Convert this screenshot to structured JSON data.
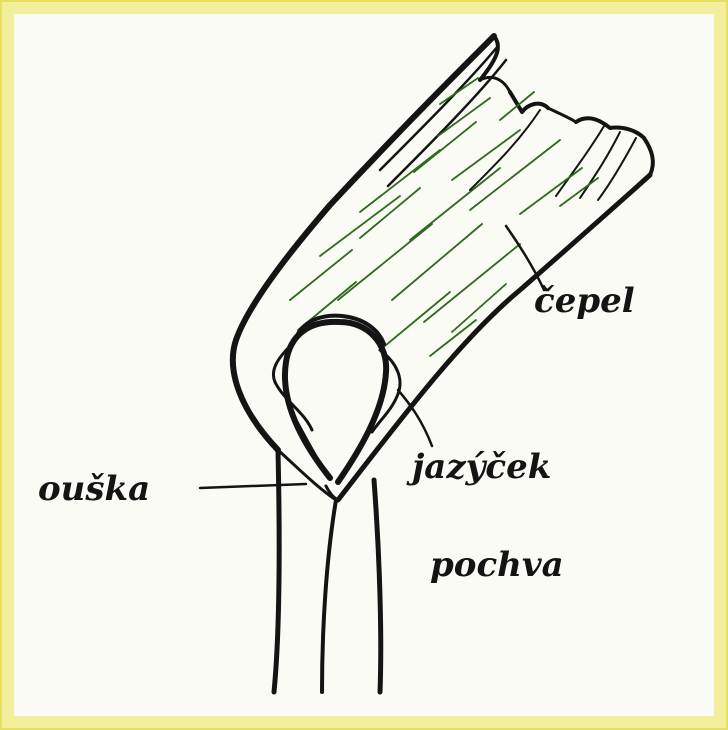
{
  "labels": {
    "blade": "čepel",
    "ligule": "jazýček",
    "auricle": "ouška",
    "sheath": "pochva"
  },
  "colors": {
    "frame": "#efe98a",
    "paper": "#fbfbf6",
    "ink": "#141414",
    "vein": "#2e6b1e"
  }
}
